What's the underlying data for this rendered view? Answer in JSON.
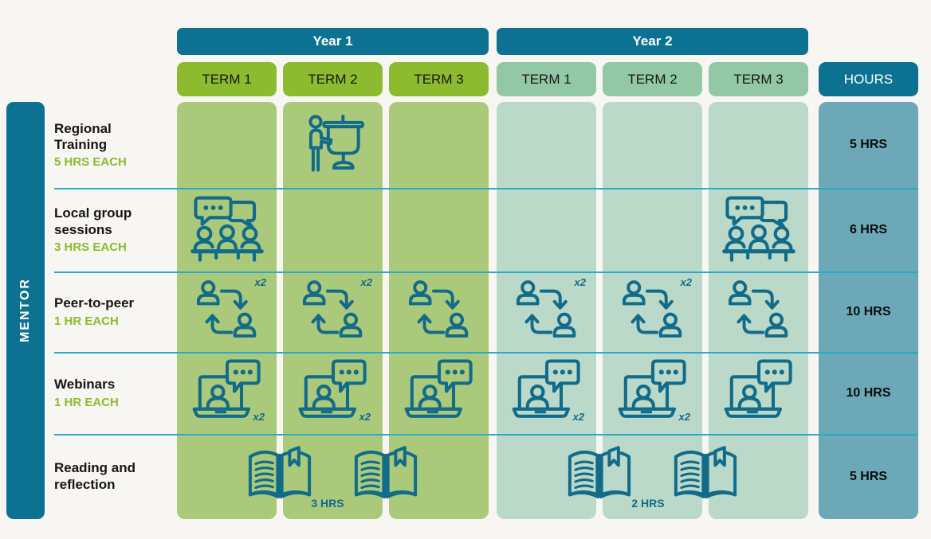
{
  "header": {
    "year1_label": "Year 1",
    "year2_label": "Year 2",
    "hours_label": "HOURS",
    "year1_terms": [
      "TERM 1",
      "TERM 2",
      "TERM 3"
    ],
    "year2_terms": [
      "TERM 1",
      "TERM 2",
      "TERM 3"
    ]
  },
  "sidebar": {
    "mentor_label": "MENTOR"
  },
  "rows": [
    {
      "title": "Regional Training",
      "subtitle": "5 HRS EACH",
      "hours": "5 HRS"
    },
    {
      "title": "Local group sessions",
      "subtitle": "3 HRS EACH",
      "hours": "6 HRS"
    },
    {
      "title": "Peer-to-peer",
      "subtitle": "1 HR EACH",
      "hours": "10 HRS"
    },
    {
      "title": "Webinars",
      "subtitle": "1 HR EACH",
      "hours": "10 HRS"
    },
    {
      "title": "Reading and reflection",
      "subtitle": "",
      "hours": "5 HRS"
    }
  ],
  "annotations": {
    "multiplier_label": "x2",
    "reading_year1_hours": "3 HRS",
    "reading_year2_hours": "2 HRS"
  },
  "schedule": {
    "columns": [
      "Year 1 Term 1",
      "Year 1 Term 2",
      "Year 1 Term 3",
      "Year 2 Term 1",
      "Year 2 Term 2",
      "Year 2 Term 3"
    ],
    "rows": [
      {
        "activity": "Regional Training",
        "icon": "presenter-flipchart-icon",
        "sessions_per_term": [
          0,
          1,
          0,
          0,
          0,
          0
        ]
      },
      {
        "activity": "Local group sessions",
        "icon": "group-discussion-icon",
        "sessions_per_term": [
          1,
          0,
          0,
          0,
          0,
          1
        ]
      },
      {
        "activity": "Peer-to-peer",
        "icon": "peer-exchange-icon",
        "sessions_per_term": [
          2,
          2,
          1,
          2,
          2,
          1
        ]
      },
      {
        "activity": "Webinars",
        "icon": "webinar-laptop-icon",
        "sessions_per_term": [
          2,
          2,
          1,
          2,
          2,
          1
        ]
      },
      {
        "activity": "Reading and reflection",
        "icon": "open-book-icon",
        "year1_total": "3 HRS",
        "year2_total": "2 HRS"
      }
    ]
  },
  "colors": {
    "teal_header": "#0D7292",
    "year1_term_green": "#8CBB2F",
    "year1_cell_green": "#ABC97B",
    "year2_term_green": "#92C8A6",
    "year2_cell_teal": "#BBD9C9",
    "hours_column_blue": "#6CA8B7",
    "divider_cyan": "#29A9CB",
    "icon_stroke_teal": "#116B89",
    "background": "#F7F6F2"
  }
}
